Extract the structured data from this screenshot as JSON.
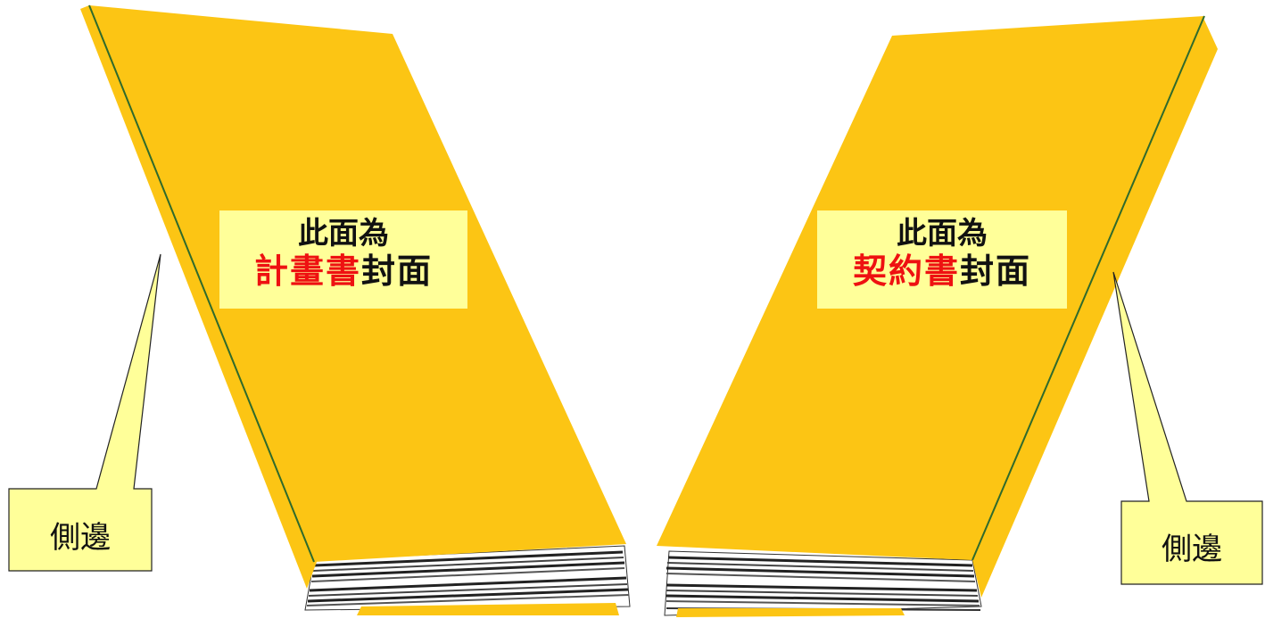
{
  "left_book": {
    "cover_line1": "此面為",
    "cover_highlight": "計畫書",
    "cover_suffix": "封面",
    "side_label": "側邊"
  },
  "right_book": {
    "cover_line1": "此面為",
    "cover_highlight": "契約書",
    "cover_suffix": "封面",
    "side_label": "側邊"
  },
  "colors": {
    "cover": "#fcc514",
    "spine_edge": "#2f6a2c",
    "label_bg": "#ffff99",
    "accent_text": "#ee1111"
  }
}
